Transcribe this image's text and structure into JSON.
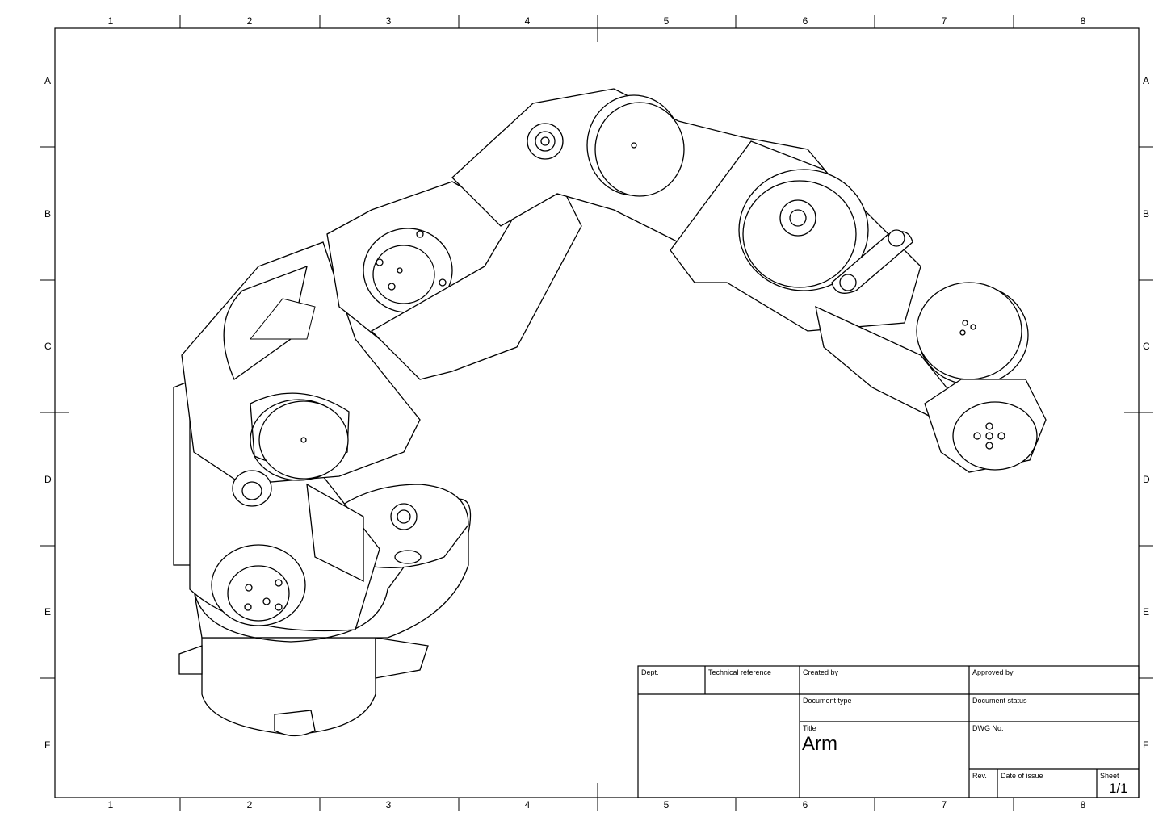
{
  "border": {
    "columns": [
      "1",
      "2",
      "3",
      "4",
      "5",
      "6",
      "7",
      "8"
    ],
    "rows": [
      "A",
      "B",
      "C",
      "D",
      "E",
      "F"
    ]
  },
  "title_block": {
    "dept_label": "Dept.",
    "technical_reference_label": "Technical reference",
    "created_by_label": "Created by",
    "approved_by_label": "Approved by",
    "document_type_label": "Document type",
    "document_status_label": "Document status",
    "title_label": "Title",
    "title_value": "Arm",
    "dwg_no_label": "DWG No.",
    "rev_label": "Rev.",
    "date_of_issue_label": "Date of issue",
    "sheet_label": "Sheet",
    "sheet_value": "1/1"
  }
}
